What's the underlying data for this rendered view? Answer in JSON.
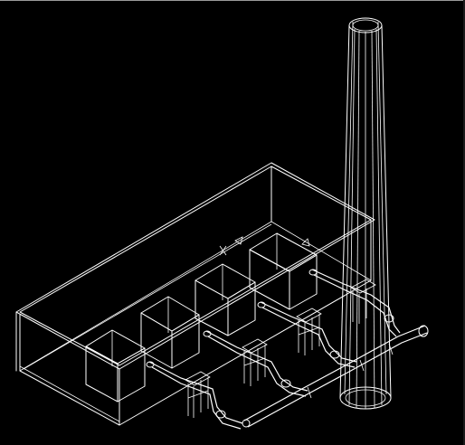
{
  "viewport": {
    "background_color": "#000000",
    "wire_color": "#ffffff",
    "render_mode": "wireframe"
  },
  "model": {
    "objects": [
      "building-hall",
      "chimney-stack",
      "boiler-box-1",
      "boiler-box-2",
      "boiler-box-3",
      "boiler-box-4",
      "pipe-run",
      "support-frame",
      "header-pipe"
    ]
  },
  "ucs_icon": {
    "icon": "ucs-axis-icon"
  }
}
